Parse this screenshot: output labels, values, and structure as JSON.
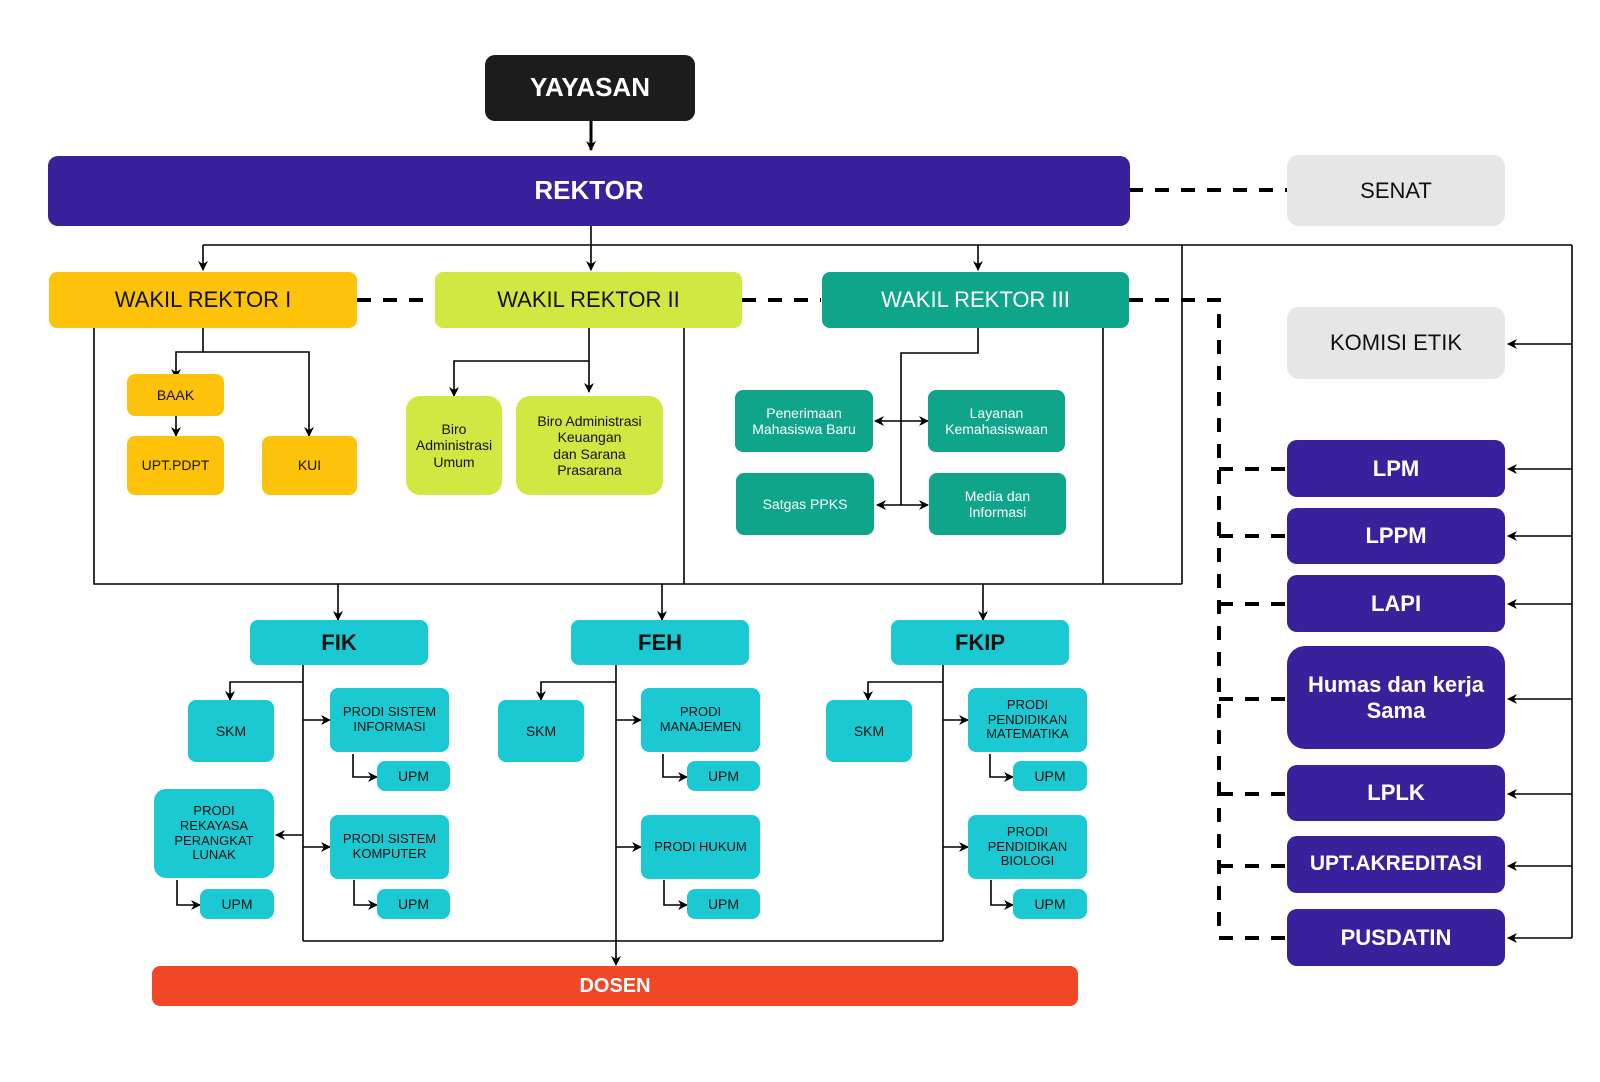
{
  "top": {
    "yayasan": "YAYASAN",
    "rektor": "REKTOR",
    "senat": "SENAT"
  },
  "wakil": {
    "wr1": "WAKIL REKTOR I",
    "wr2": "WAKIL REKTOR II",
    "wr3": "WAKIL REKTOR III"
  },
  "wr1_units": {
    "baak": "BAAK",
    "uptpdpt": "UPT.PDPT",
    "kui": "KUI"
  },
  "wr2_units": {
    "biro_umum": "Biro\nAdministrasi\nUmum",
    "biro_keuangan": "Biro Administrasi\nKeuangan\ndan Sarana\nPrasarana"
  },
  "wr3_units": {
    "pmb": "Penerimaan\nMahasiswa Baru",
    "layanan": "Layanan\nKemahasiswaan",
    "satgas": "Satgas PPKS",
    "media": "Media dan\nInformasi"
  },
  "faculties": {
    "fik": {
      "name": "FIK",
      "skm": "SKM",
      "prodi_si": "PRODI SISTEM\nINFORMASI",
      "prodi_rpl": "PRODI\nREKAYASA\nPERANGKAT\nLUNAK",
      "prodi_sk": "PRODI SISTEM\nKOMPUTER",
      "upm": "UPM"
    },
    "feh": {
      "name": "FEH",
      "skm": "SKM",
      "prodi_man": "PRODI\nMANAJEMEN",
      "prodi_hukum": "PRODI HUKUM",
      "upm": "UPM"
    },
    "fkip": {
      "name": "FKIP",
      "skm": "SKM",
      "prodi_mat": "PRODI\nPENDIDIKAN\nMATEMATIKA",
      "prodi_bio": "PRODI\nPENDIDIKAN\nBIOLOGI",
      "upm": "UPM"
    }
  },
  "right": {
    "komisi": "KOMISI ETIK",
    "lpm": "LPM",
    "lppm": "LPPM",
    "lapi": "LAPI",
    "humas": "Humas dan kerja\nSama",
    "lplk": "LPLK",
    "akreditasi": "UPT.AKREDITASI",
    "pusdatin": "PUSDATIN"
  },
  "bottom": {
    "dosen": "DOSEN"
  },
  "colors": {
    "yayasan": "#1c1c1c",
    "rektor": "#38219b",
    "senat": "#e6e6e6",
    "wr1": "#fdc30a",
    "wr2": "#d1e742",
    "wr3": "#0fa58a",
    "faculty": "#1bc9d3",
    "dosen": "#f04827"
  }
}
